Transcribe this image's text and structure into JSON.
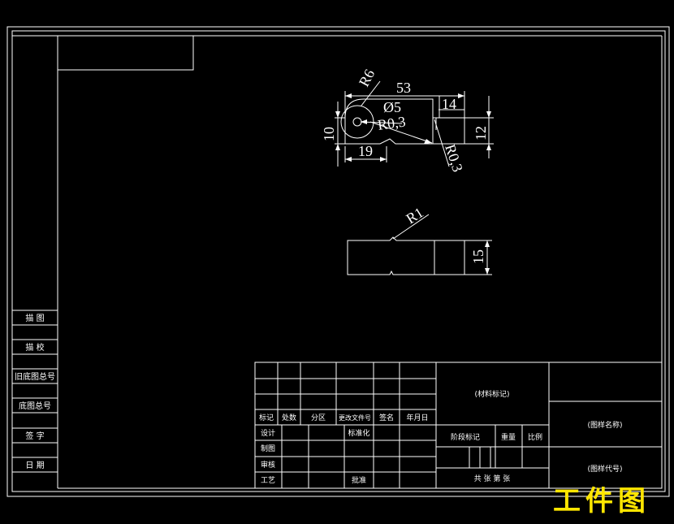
{
  "colors": {
    "background": "#000000",
    "line": "#ffffff",
    "stamp": "#ffe600"
  },
  "drawing": {
    "top_view": {
      "r6": "R6",
      "d53": "53",
      "phi5": "Ø5",
      "r03a": "R0,3",
      "d14": "14",
      "d10": "10",
      "d12": "12",
      "d19": "19",
      "r03b": "R0,3"
    },
    "front_view": {
      "r1": "R1",
      "d15": "15"
    }
  },
  "left_strip": [
    "描 图",
    "描 校",
    "旧底图总号",
    "底图总号",
    "签 字",
    "日 期"
  ],
  "title_block": {
    "header_row": [
      "标记",
      "处数",
      "分区",
      "更改文件号",
      "签名",
      "年月日"
    ],
    "rows": [
      "设计",
      "制图",
      "审核",
      "工艺"
    ],
    "standardization": "标准化",
    "approval": "批准",
    "material": "(材料标记)",
    "stage_mark": "阶段标记",
    "weight": "重量",
    "scale": "比例",
    "sheets": "共 张 第 张",
    "drawing_name": "(图样名称)",
    "drawing_code": "(图样代号)"
  },
  "stamp": "工件图"
}
